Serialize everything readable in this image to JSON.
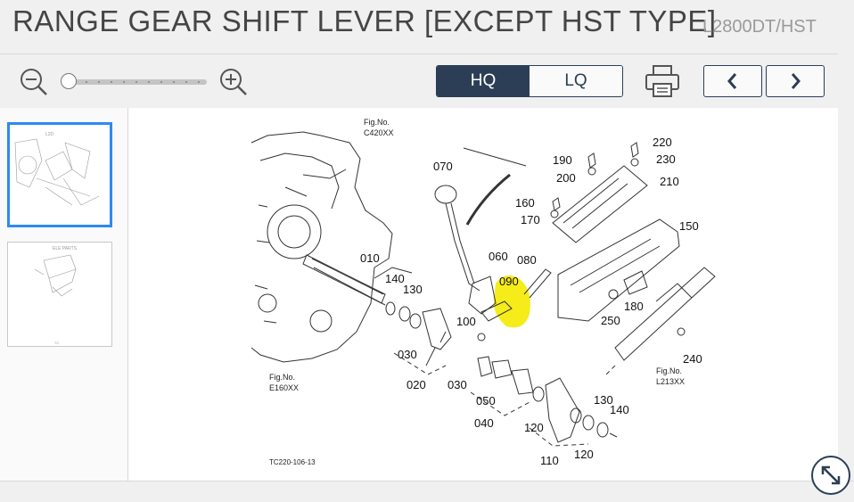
{
  "header": {
    "title": "RANGE GEAR SHIFT LEVER [EXCEPT HST TYPE]",
    "model": "L2800DT/HST"
  },
  "toolbar": {
    "quality_hq": "HQ",
    "quality_lq": "LQ",
    "quality_selected": "HQ",
    "zoom_level": 0
  },
  "thumbnails": [
    {
      "caption": ""
    },
    {
      "caption": ""
    }
  ],
  "diagram": {
    "figure_refs": {
      "c420": "Fig.No.\nC420XX",
      "e160": "Fig.No.\nE160XX",
      "l213": "Fig.No.\nL213XX"
    },
    "fig_prefix": "Fig.No.",
    "fig_c420": "C420XX",
    "fig_e160": "E160XX",
    "fig_l213": "L213XX",
    "code": "TC220-106-13",
    "part_numbers": {
      "p010": "010",
      "p020": "020",
      "p030a": "030",
      "p030b": "030",
      "p040": "040",
      "p050": "050",
      "p060": "060",
      "p070": "070",
      "p080": "080",
      "p090": "090",
      "p100": "100",
      "p110": "110",
      "p120a": "120",
      "p120b": "120",
      "p130a": "130",
      "p130b": "130",
      "p140a": "140",
      "p140b": "140",
      "p150": "150",
      "p160": "160",
      "p170": "170",
      "p180": "180",
      "p190": "190",
      "p200": "200",
      "p210": "210",
      "p220": "220",
      "p230": "230",
      "p240": "240",
      "p250": "250"
    },
    "highlight_part": "090",
    "highlight_color": "#f5ec1a"
  },
  "colors": {
    "accent": "#2c3e55",
    "selection": "#2d8bf0"
  }
}
